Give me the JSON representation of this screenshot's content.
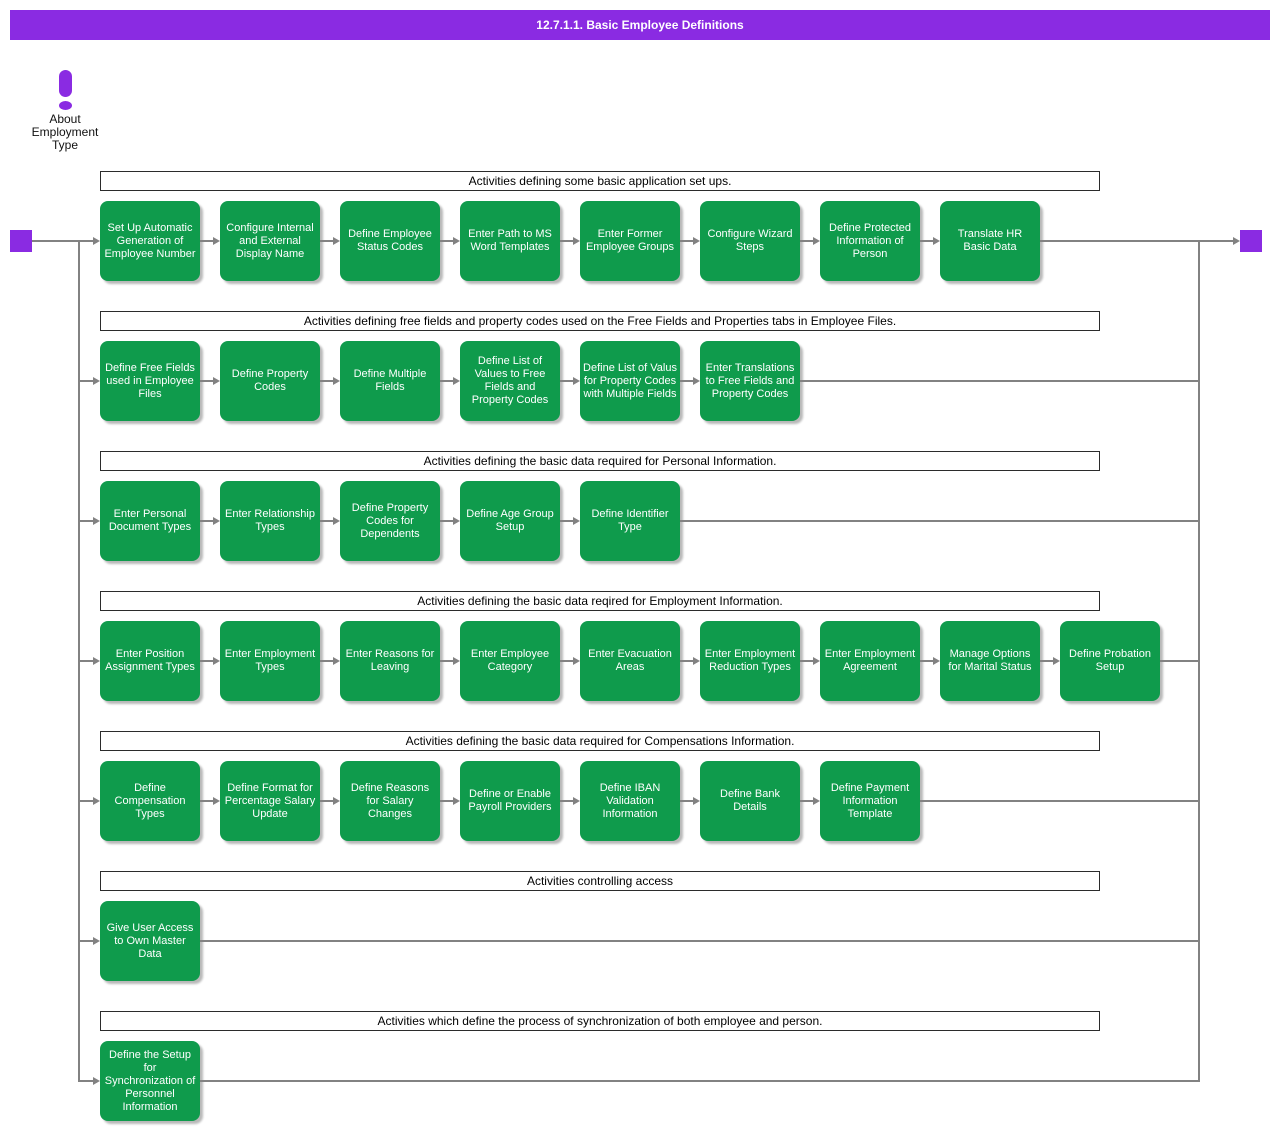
{
  "title": "12.7.1.1. Basic Employee Definitions",
  "note": {
    "label": "About Employment Type"
  },
  "colors": {
    "accent_purple": "#8A2BE2",
    "box_green": "#0F9B4C"
  },
  "rows": [
    {
      "header": "Activities defining some basic application set ups.",
      "boxes": [
        "Set Up Automatic Generation of Employee Number",
        "Configure Internal and External Display Name",
        "Define Employee Status Codes",
        "Enter Path to MS Word Templates",
        "Enter Former Employee Groups",
        "Configure Wizard Steps",
        "Define Protected Information of Person",
        "Translate HR Basic Data"
      ]
    },
    {
      "header": "Activities defining free fields and property codes used on the Free Fields and Properties tabs in Employee Files.",
      "boxes": [
        "Define Free Fields used in Employee Files",
        "Define Property Codes",
        "Define Multiple Fields",
        "Define List of Values to Free Fields and Property Codes",
        "Define List of Valus for Property Codes with Multiple Fields",
        "Enter Translations to Free Fields and Property Codes"
      ]
    },
    {
      "header": "Activities defining the basic data required for Personal Information.",
      "boxes": [
        "Enter Personal Document Types",
        "Enter Relationship Types",
        "Define Property Codes for Dependents",
        "Define Age Group Setup",
        "Define Identifier Type"
      ]
    },
    {
      "header": "Activities defining the basic data reqired for Employment Information.",
      "boxes": [
        "Enter Position Assignment Types",
        "Enter Employment Types",
        "Enter Reasons for Leaving",
        "Enter Employee Category",
        "Enter Evacuation Areas",
        "Enter Employment Reduction Types",
        "Enter Employment Agreement",
        "Manage Options for Marital Status",
        "Define Probation Setup"
      ]
    },
    {
      "header": "Activities defining the basic data required for Compensations Information.",
      "boxes": [
        "Define Compensation Types",
        "Define Format for Percentage Salary Update",
        "Define Reasons for Salary Changes",
        "Define or Enable Payroll Providers",
        "Define IBAN Validation Information",
        "Define Bank Details",
        "Define Payment Information Template"
      ]
    },
    {
      "header": "Activities controlling access",
      "boxes": [
        "Give User Access to Own Master Data"
      ]
    },
    {
      "header": "Activities which define the process of synchronization of both employee and person.",
      "boxes": [
        "Define the Setup for Synchronization of Personnel Information"
      ]
    }
  ]
}
